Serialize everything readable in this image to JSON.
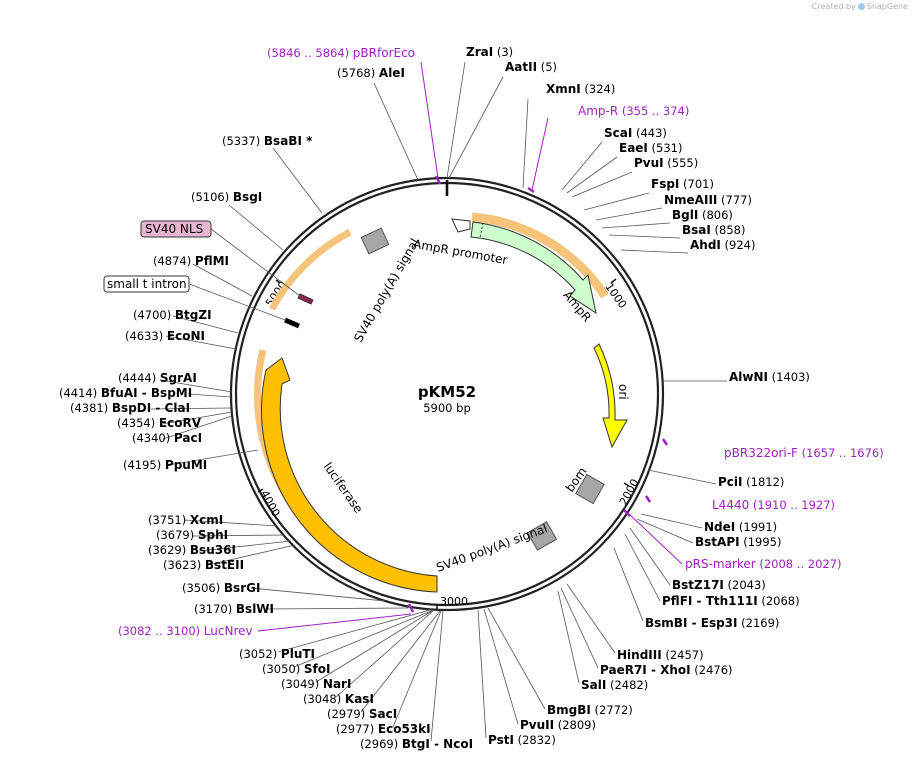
{
  "watermark": {
    "prefix": "Created by",
    "brand": "SnapGene"
  },
  "plasmid": {
    "name": "pKM52",
    "size_label": "5900 bp",
    "length": 5900
  },
  "ticks": [
    "1000",
    "2000",
    "3000",
    "4000",
    "5000"
  ],
  "features": {
    "ampr_promoter": "AmpR promoter",
    "ampr": "AmpR",
    "ori": "ori",
    "bom": "bom",
    "sv40_polya_1": "SV40 poly(A) signal",
    "sv40_polya_2": "SV40 poly(A) signal",
    "luciferase": "luciferase",
    "sv40_nls": "SV40 NLS",
    "small_t_intron": "small t intron"
  },
  "sites": [
    {
      "name": "ZraI",
      "pos": "(3)"
    },
    {
      "name": "AatII",
      "pos": "(5)"
    },
    {
      "name": "XmnI",
      "pos": "(324)"
    },
    {
      "name": "ScaI",
      "pos": "(443)"
    },
    {
      "name": "EaeI",
      "pos": "(531)"
    },
    {
      "name": "PvuI",
      "pos": "(555)"
    },
    {
      "name": "FspI",
      "pos": "(701)"
    },
    {
      "name": "NmeAIII",
      "pos": "(777)"
    },
    {
      "name": "BglI",
      "pos": "(806)"
    },
    {
      "name": "BsaI",
      "pos": "(858)"
    },
    {
      "name": "AhdI",
      "pos": "(924)"
    },
    {
      "name": "AlwNI",
      "pos": "(1403)"
    },
    {
      "name": "PciI",
      "pos": "(1812)"
    },
    {
      "name": "NdeI",
      "pos": "(1991)"
    },
    {
      "name": "BstAPI",
      "pos": "(1995)"
    },
    {
      "name": "BstZ17I",
      "pos": "(2043)"
    },
    {
      "name": "PflFI - Tth111I",
      "pos": "(2068)"
    },
    {
      "name": "BsmBI - Esp3I",
      "pos": "(2169)"
    },
    {
      "name": "HindIII",
      "pos": "(2457)"
    },
    {
      "name": "PaeR7I - XhoI",
      "pos": "(2476)"
    },
    {
      "name": "SalI",
      "pos": "(2482)"
    },
    {
      "name": "BmgBI",
      "pos": "(2772)"
    },
    {
      "name": "PvuII",
      "pos": "(2809)"
    },
    {
      "name": "PstI",
      "pos": "(2832)"
    },
    {
      "name": "BtgI - NcoI",
      "pos": "(2969)"
    },
    {
      "name": "Eco53kI",
      "pos": "(2977)"
    },
    {
      "name": "SacI",
      "pos": "(2979)"
    },
    {
      "name": "KasI",
      "pos": "(3048)"
    },
    {
      "name": "NarI",
      "pos": "(3049)"
    },
    {
      "name": "SfoI",
      "pos": "(3050)"
    },
    {
      "name": "PluTI",
      "pos": "(3052)"
    },
    {
      "name": "BslWI",
      "pos": "(3170)"
    },
    {
      "name": "BsrGI",
      "pos": "(3506)"
    },
    {
      "name": "BstEII",
      "pos": "(3623)"
    },
    {
      "name": "Bsu36I",
      "pos": "(3629)"
    },
    {
      "name": "SphI",
      "pos": "(3679)"
    },
    {
      "name": "XcmI",
      "pos": "(3751)"
    },
    {
      "name": "PpuMI",
      "pos": "(4195)"
    },
    {
      "name": "PacI",
      "pos": "(4340)"
    },
    {
      "name": "EcoRV",
      "pos": "(4354)"
    },
    {
      "name": "BspDI - ClaI",
      "pos": "(4381)"
    },
    {
      "name": "BfuAI - BspMI",
      "pos": "(4414)"
    },
    {
      "name": "SgrAI",
      "pos": "(4444)"
    },
    {
      "name": "EcoNI",
      "pos": "(4633)"
    },
    {
      "name": "BtgZI",
      "pos": "(4700)"
    },
    {
      "name": "PflMI",
      "pos": "(4874)"
    },
    {
      "name": "BsgI",
      "pos": "(5106)"
    },
    {
      "name": "BsaBI *",
      "pos": "(5337)"
    },
    {
      "name": "AleI",
      "pos": "(5768)"
    }
  ],
  "primers": [
    {
      "name": "pBRforEco",
      "pos": "(5846 .. 5864)"
    },
    {
      "name": "Amp-R",
      "pos": "(355 .. 374)"
    },
    {
      "name": "pBR322ori-F",
      "pos": "(1657 .. 1676)"
    },
    {
      "name": "L4440",
      "pos": "(1910 .. 1927)"
    },
    {
      "name": "pRS-marker",
      "pos": "(2008 .. 2027)"
    },
    {
      "name": "LucNrev",
      "pos": "(3082 .. 3100)"
    }
  ],
  "colors": {
    "backbone": "#222222",
    "ampr_fill": "#ccffcc",
    "ori_fill": "#ffff00",
    "luciferase_fill": "#ffc000",
    "polya_fill": "#a6a6a6",
    "nls_fill": "#e8b6d0",
    "primer": "#a020c0",
    "highlight": "#f5c37a"
  }
}
